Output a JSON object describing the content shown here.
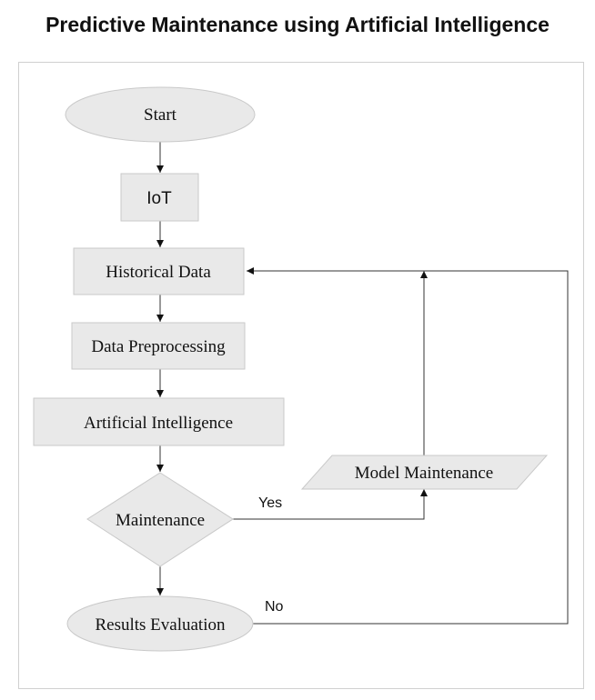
{
  "title": "Predictive Maintenance using Artificial Intelligence",
  "nodes": {
    "start": "Start",
    "iot": "IoT",
    "historical": "Historical Data",
    "preprocessing": "Data Preprocessing",
    "ai": "Artificial Intelligence",
    "decision": "Maintenance",
    "model_maintenance": "Model Maintenance",
    "results": "Results Evaluation"
  },
  "edges": {
    "yes": "Yes",
    "no": "No"
  }
}
